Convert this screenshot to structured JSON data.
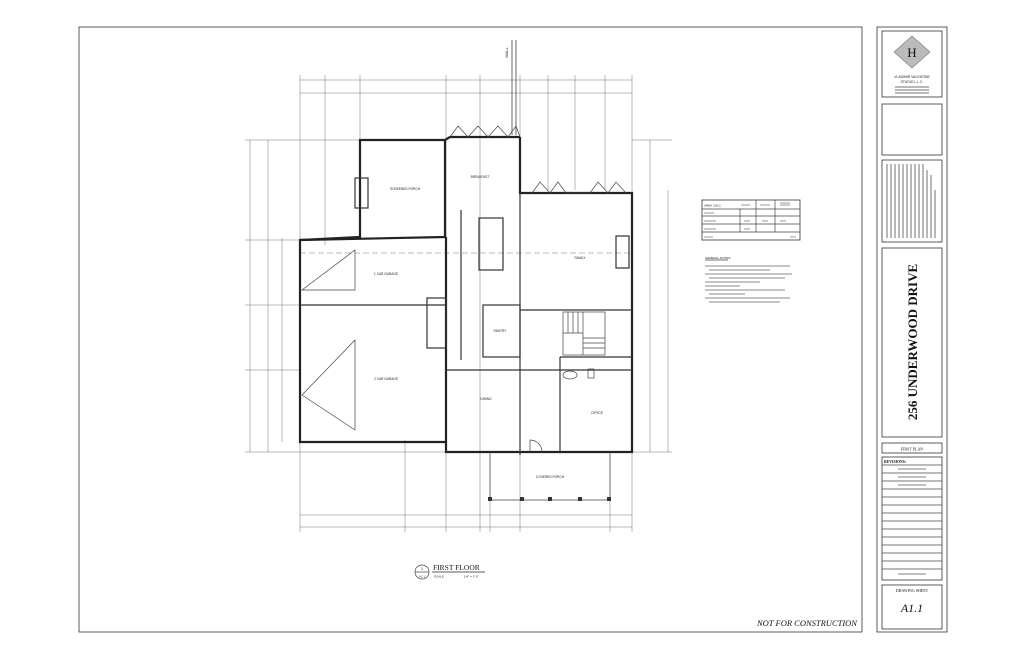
{
  "sheet": {
    "stamp": "NOT FOR CONSTRUCTION",
    "drawing_title": "FIRST FLOOR",
    "drawing_number": "1",
    "drawing_sheet_ref": "A1.1",
    "scale_label": "SCALE",
    "scale_value": "1/4\" = 1'-0\"",
    "wall_label": "WALL"
  },
  "title_block": {
    "logo_letter": "H",
    "firm_line1": "VLADIMIR VALENTINE",
    "firm_line2": "STUDIO L.L.C.",
    "project_name": "256 UNDERWOOD DRIVE",
    "sheet_name": "FIRST PLAN",
    "revisions_label": "REVISIONS:",
    "drawing_sheet_label": "DRAWING SHEET",
    "sheet_number": "A1.1"
  },
  "rooms": [
    {
      "id": "screened-porch",
      "label": "SCREENED PORCH"
    },
    {
      "id": "breakfast",
      "label": "BREAKFAST"
    },
    {
      "id": "family",
      "label": "FAMILY"
    },
    {
      "id": "one-car-garage",
      "label": "1 CAR GARAGE"
    },
    {
      "id": "two-car-garage",
      "label": "2 CAR GARAGE"
    },
    {
      "id": "pantry",
      "label": "PANTRY"
    },
    {
      "id": "dining",
      "label": "DINING"
    },
    {
      "id": "office",
      "label": "OFFICE"
    },
    {
      "id": "covered-porch",
      "label": "COVERED PORCH"
    }
  ],
  "area_table": {
    "header": "AREA CALC."
  },
  "notes": {
    "header": "GENERAL NOTES"
  },
  "colors": {
    "ink": "#222222",
    "paper": "#ffffff"
  }
}
